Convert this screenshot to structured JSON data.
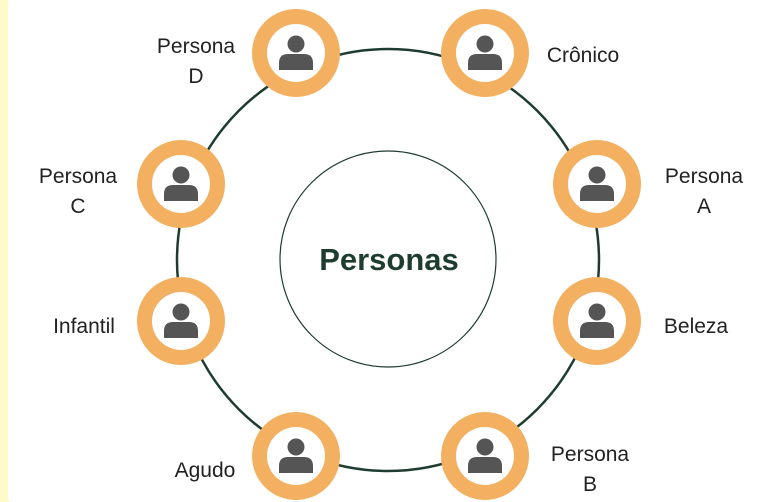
{
  "diagram": {
    "center_label": "Personas",
    "colors": {
      "ring": "#1e3d30",
      "node_fill": "#f3b061",
      "node_inner": "#ffffff",
      "icon": "#555555"
    },
    "nodes": [
      {
        "id": "persona-d",
        "label": "Persona\nD",
        "icon": "person-icon"
      },
      {
        "id": "cronico",
        "label": "Crônico",
        "icon": "person-icon"
      },
      {
        "id": "persona-c",
        "label": "Persona\nC",
        "icon": "person-icon"
      },
      {
        "id": "persona-a",
        "label": "Persona\nA",
        "icon": "person-icon"
      },
      {
        "id": "infantil",
        "label": "Infantil",
        "icon": "person-icon"
      },
      {
        "id": "beleza",
        "label": "Beleza",
        "icon": "person-icon"
      },
      {
        "id": "agudo",
        "label": "Agudo",
        "icon": "person-icon"
      },
      {
        "id": "persona-b",
        "label": "Persona\nB",
        "icon": "person-icon"
      }
    ]
  }
}
